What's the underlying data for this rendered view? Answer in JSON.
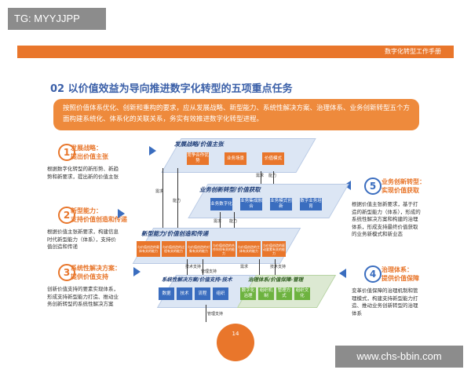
{
  "watermark_top": "TG: MYYJJPP",
  "watermark_bottom": "www.chs-bbin.com",
  "header": {
    "handbook": "数字化转型工作手册"
  },
  "title": "02 以价值效益为导向推进数字化转型的五项重点任务",
  "intro": "按照价值体系优化、创新和重构的要求，应从发展战略、新型能力、系统性解决方案、治理体系、业务创新转型五个方面构建系统化、体系化的关联关系，务实有效推进数字化转型进程。",
  "left_sections": [
    {
      "num": "1",
      "title1": "发展战略：",
      "title2": "提出价值主张",
      "text": [
        "根据数字化转型的新形势、新趋",
        "势和新要求，提出新的价值主张"
      ]
    },
    {
      "num": "2",
      "title1": "新型能力：",
      "title2": "支持价值创造和传递",
      "text": [
        "根据价值主张新要求，构建信息",
        "时代新型能力（体系），支持价",
        "值创造和传递"
      ]
    },
    {
      "num": "3",
      "title1": "系统性解决方案：",
      "title2": "提供价值支持",
      "text": [
        "创新价值支持的要素实现体系，",
        "形成支持新型能力打造、推动业",
        "务创新转型的系统性解决方案"
      ]
    }
  ],
  "right_sections": [
    {
      "num": "5",
      "title1": "业务创新转型：",
      "title2": "实现价值获取",
      "text": [
        "根据价值主张新要求，基于打",
        "造的新型能力（体系），形成的",
        "系统性解决方案和构建的治理",
        "体系，形成支持最终价值获取",
        "的业务新模式和新业态"
      ]
    },
    {
      "num": "4",
      "title1": "治理体系：",
      "title2": "提供价值保障",
      "text": [
        "变革价值保障的治理机制和管",
        "理模式，构建支持新型能力打",
        "造、推动业务创新转型的治理",
        "体系"
      ]
    }
  ],
  "diagram": {
    "plane1": {
      "label": "发展战略/价值主张",
      "boxes": [
        "竞争合作优势",
        "业务场景",
        "价值模式"
      ]
    },
    "plane2": {
      "label": "业务创新转型/价值获取",
      "boxes": [
        "业务数字化",
        "业务集成融合",
        "业务模式创新",
        "数字业务培育"
      ]
    },
    "plane3": {
      "label": "新型能力/价值创造和传递",
      "boxes": [
        "与价值创造的载体有关的能力",
        "与价值创造的过程有关的能力",
        "与价值创造的对象有关的能力",
        "与价值创造的合作伙伴有关的能力",
        "与价值创造的主体有关的能力",
        "与价值创造的驱动要素有关的能力"
      ]
    },
    "plane4a": {
      "label": "系统性解决方案/价值支持-技术",
      "boxes": [
        "数据",
        "技术",
        "流程",
        "组织"
      ]
    },
    "plane4b": {
      "label": "治理体系/价值保障-管理",
      "boxes": [
        "数字化治理",
        "组织机制",
        "管理方式",
        "组织文化"
      ]
    },
    "connectors": [
      "需求",
      "能力",
      "需求",
      "能力",
      "需求",
      "能力",
      "技术支持",
      "管理支持",
      "需求",
      "技术支持",
      "管理支持"
    ]
  },
  "page_number": "14",
  "colors": {
    "orange": "#e9762b",
    "blue": "#3a6dbf",
    "green": "#6db33f",
    "darkblue": "#1f3e78"
  }
}
